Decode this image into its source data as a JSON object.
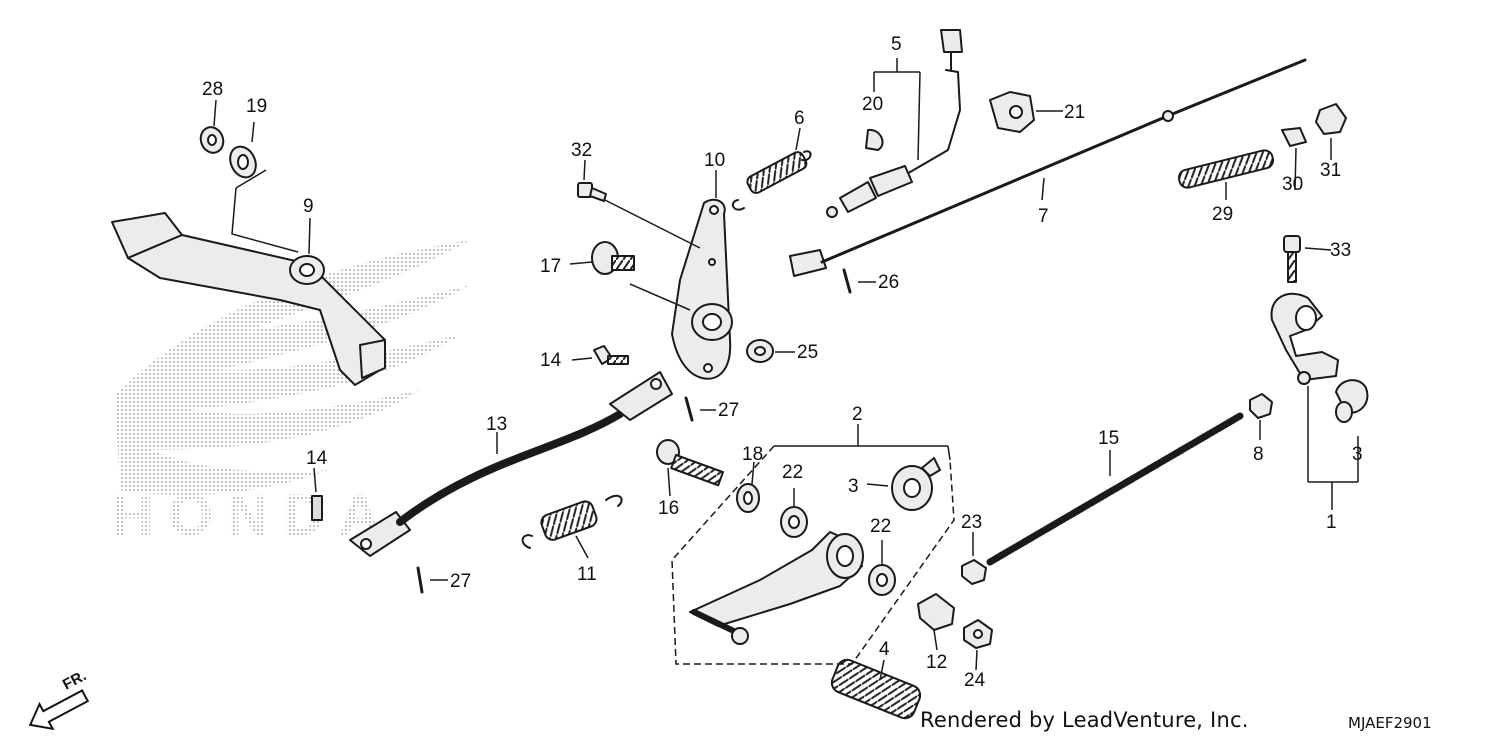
{
  "callouts": {
    "c1": "1",
    "c2": "2",
    "c3a": "3",
    "c3b": "3",
    "c4": "4",
    "c5": "5",
    "c6": "6",
    "c7": "7",
    "c8": "8",
    "c9": "9",
    "c10": "10",
    "c11": "11",
    "c12": "12",
    "c13": "13",
    "c14a": "14",
    "c14b": "14",
    "c15": "15",
    "c16": "16",
    "c17": "17",
    "c18": "18",
    "c19": "19",
    "c20": "20",
    "c21": "21",
    "c22a": "22",
    "c22b": "22",
    "c23": "23",
    "c24": "24",
    "c25": "25",
    "c26": "26",
    "c27a": "27",
    "c27b": "27",
    "c28": "28",
    "c29": "29",
    "c30": "30",
    "c31": "31",
    "c32": "32",
    "c33": "33"
  },
  "watermark": {
    "text": "HONDA"
  },
  "direction": {
    "label": "FR."
  },
  "footer": {
    "render_credit": "Rendered by LeadVenture, Inc.",
    "diagram_code": "MJAEF2901"
  },
  "colors": {
    "line": "#1a1a1a",
    "part_fill": "#ececec",
    "watermark": "#c8c8c8"
  }
}
